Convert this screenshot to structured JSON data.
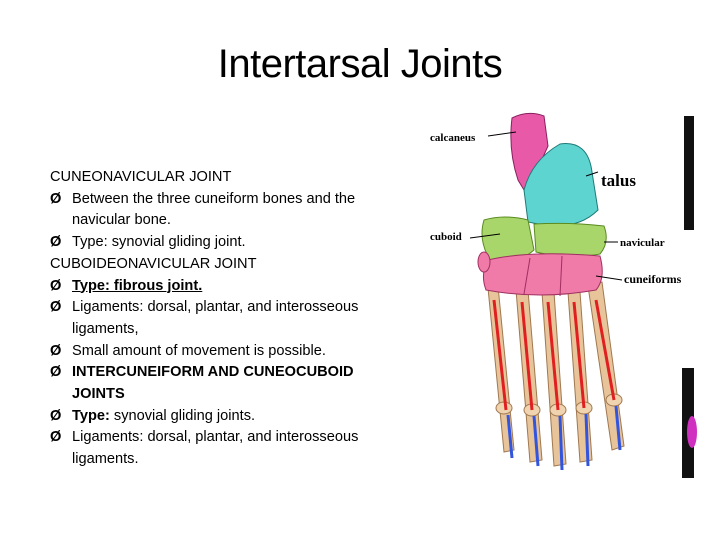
{
  "slide": {
    "title": "Intertarsal Joints"
  },
  "content": {
    "heading1": "CUNEONAVICULAR JOINT",
    "b1": "Between the three cuneiform bones and the navicular bone.",
    "b2": "Type: synovial gliding joint.",
    "heading2": "CUBOIDEONAVICULAR JOINT",
    "b3": "Type: fibrous joint.",
    "b4": "Ligaments: dorsal, plantar, and interosseous ligaments,",
    "b5": "Small amount of movement is possible.",
    "b6": "INTERCUNEIFORM AND CUNEOCUBOID JOINTS",
    "b7_label": "Type:",
    "b7_text": " synovial gliding joints.",
    "b8": "Ligaments: dorsal, plantar, and interosseous ligaments.",
    "arrow_glyph": "Ø"
  },
  "figure": {
    "labels": {
      "calcaneus": "calcaneus",
      "talus": "talus",
      "cuboid": "cuboid",
      "navicular": "navicular",
      "cuneiforms": "cuneiforms"
    },
    "colors": {
      "calcaneus": "#e85aa8",
      "talus": "#5ed4d0",
      "cuboid": "#a9d66a",
      "navicular": "#a9d66a",
      "cuneiforms": "#f07aa8",
      "bone": "#e8c49a",
      "ligament_red": "#e02020",
      "ligament_blue": "#3355dd"
    }
  }
}
